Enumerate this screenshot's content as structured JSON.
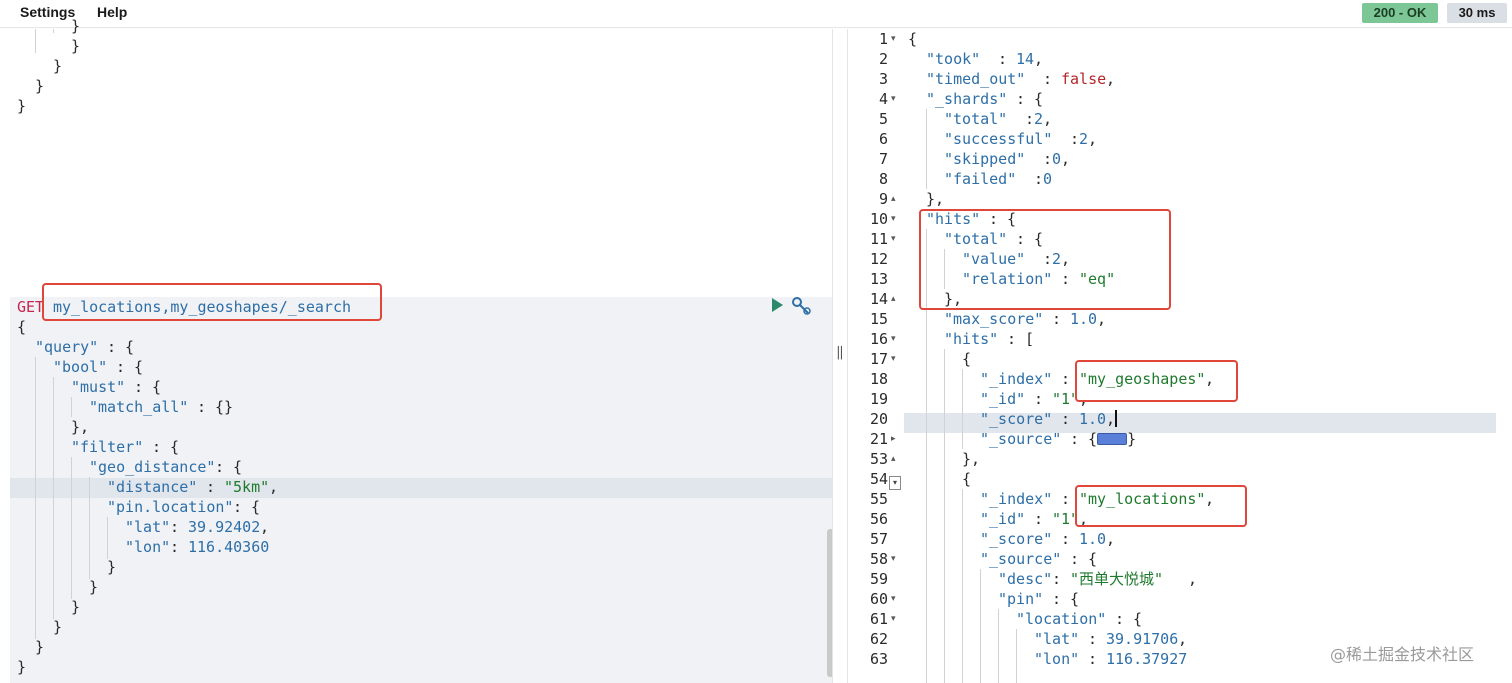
{
  "menu": {
    "settings": "Settings",
    "help": "Help"
  },
  "status": {
    "code": "200 - OK",
    "time": "30 ms"
  },
  "request": {
    "method": "GET",
    "path": "my_locations,my_geoshapes/_search",
    "tail_lines": [
      "}",
      "}",
      "}",
      "}"
    ],
    "body": {
      "open": "{",
      "query_key": "\"query\"",
      "bool_key": "\"bool\"",
      "must_key": "\"must\"",
      "match_all_key": "\"match_all\"",
      "match_all_val": "{}",
      "must_close": "},",
      "filter_key": "\"filter\"",
      "geo_distance_key": "\"geo_distance\"",
      "distance_key": "\"distance\"",
      "distance_val": "\"5km\"",
      "pin_location_key": "\"pin.location\"",
      "lat_key": "\"lat\"",
      "lat_val": "39.92402",
      "lon_key": "\"lon\"",
      "lon_val": "116.40360",
      "close": "}"
    }
  },
  "response": {
    "line_numbers": [
      "1",
      "2",
      "3",
      "4",
      "5",
      "6",
      "7",
      "8",
      "9",
      "10",
      "11",
      "12",
      "13",
      "14",
      "15",
      "16",
      "17",
      "18",
      "19",
      "20",
      "21",
      "53",
      "54",
      "55",
      "56",
      "57",
      "58",
      "59",
      "60",
      "61",
      "62",
      "63"
    ],
    "took_key": "\"took\"",
    "took_val": "14",
    "timed_out_key": "\"timed_out\"",
    "timed_out_val": "false",
    "shards_key": "\"_shards\"",
    "total_key": "\"total\"",
    "total_val": "2",
    "successful_key": "\"successful\"",
    "successful_val": "2",
    "skipped_key": "\"skipped\"",
    "skipped_val": "0",
    "failed_key": "\"failed\"",
    "failed_val": "0",
    "hits_key": "\"hits\"",
    "hits_total_key": "\"total\"",
    "value_key": "\"value\"",
    "value_val": "2",
    "relation_key": "\"relation\"",
    "relation_val": "\"eq\"",
    "max_score_key": "\"max_score\"",
    "max_score_val": "1.0",
    "hits_arr_key": "\"hits\"",
    "index_key": "\"_index\"",
    "index_val_1": "\"my_geoshapes\"",
    "id_key": "\"_id\"",
    "id_val_1": "\"1\"",
    "score_key": "\"_score\"",
    "score_val_1": "1.0",
    "source_key": "\"_source\"",
    "index_val_2": "\"my_locations\"",
    "id_val_2": "\"1\"",
    "score_val_2": "1.0",
    "desc_key": "\"desc\"",
    "desc_val": "\"西单大悦城\"",
    "pin_key": "\"pin\"",
    "location_key": "\"location\"",
    "lat_key": "\"lat\"",
    "lat_val": "39.91706",
    "lon_key": "\"lon\"",
    "lon_val": "116.37927"
  },
  "watermark": "@稀土掘金技术社区",
  "colors": {
    "status_ok": "#7dc797",
    "highlight": "#e0463a",
    "string": "#1f7a2e",
    "key": "#2e6fa7",
    "boolean": "#b4262a"
  }
}
